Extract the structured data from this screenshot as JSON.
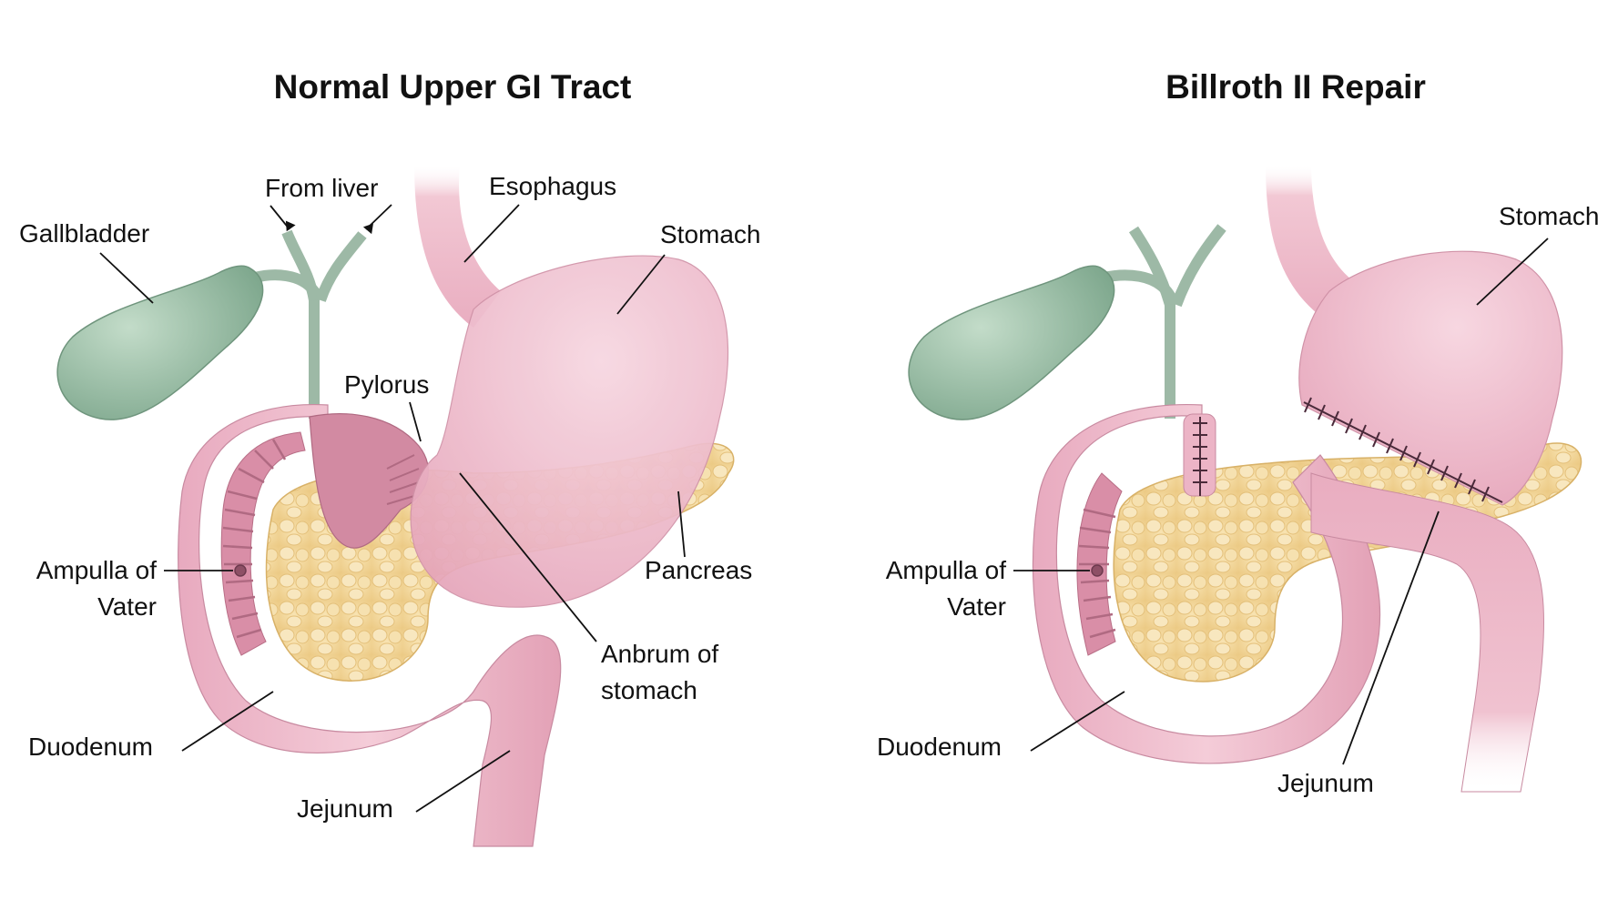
{
  "panels": {
    "normal": {
      "title": "Normal Upper GI Tract",
      "labels": {
        "gallbladder": "Gallbladder",
        "from_liver": "From liver",
        "esophagus": "Esophagus",
        "stomach": "Stomach",
        "pylorus": "Pylorus",
        "pancreas": "Pancreas",
        "ampulla_line1": "Ampulla of",
        "ampulla_line2": "Vater",
        "antrum_line1": "Anbrum of",
        "antrum_line2": "stomach",
        "duodenum": "Duodenum",
        "jejunum": "Jejunum"
      }
    },
    "billroth": {
      "title": "Billroth II Repair",
      "labels": {
        "stomach": "Stomach",
        "ampulla_line1": "Ampulla of",
        "ampulla_line2": "Vater",
        "duodenum": "Duodenum",
        "jejunum": "Jejunum"
      }
    }
  },
  "colors": {
    "tissue_pink": "#e8a9bd",
    "tissue_pink_light": "#f3c9d6",
    "tissue_pink_dark": "#c97f97",
    "gallbladder_green": "#8fb39c",
    "duct_green": "#9db9a6",
    "pancreas_yellow": "#f1d79a",
    "pancreas_lobule": "#f7e4b6",
    "suture": "#4a2a3a",
    "text": "#111111"
  }
}
